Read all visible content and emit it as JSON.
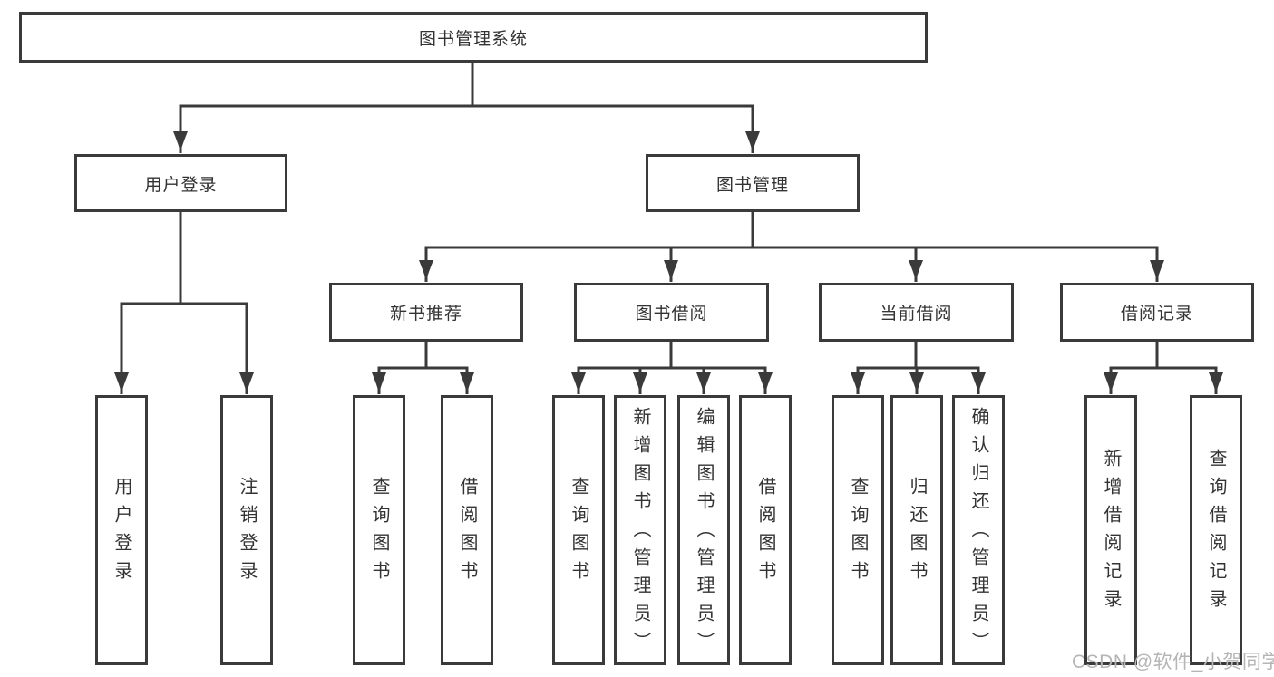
{
  "diagram": {
    "title": "图书管理系统",
    "branches": [
      {
        "label": "用户登录",
        "children": [
          "用户登录",
          "注销登录"
        ]
      },
      {
        "label": "图书管理",
        "children": [
          {
            "label": "新书推荐",
            "children": [
              "查询图书",
              "借阅图书"
            ]
          },
          {
            "label": "图书借阅",
            "children": [
              "查询图书",
              "新增图书（管理员）",
              "编辑图书（管理员）",
              "借阅图书"
            ]
          },
          {
            "label": "当前借阅",
            "children": [
              "查询图书",
              "归还图书",
              "确认归还（管理员）"
            ]
          },
          {
            "label": "借阅记录",
            "children": [
              "新增借阅记录",
              "查询借阅记录"
            ]
          }
        ]
      }
    ],
    "colors": {
      "line": "#3a3a3a",
      "node_border": "#3a3a3a",
      "node_text": "#333333",
      "watermark": "#b5b5b5",
      "background": "#ffffff"
    },
    "watermark": "CSDN @软件_小贺同学"
  }
}
